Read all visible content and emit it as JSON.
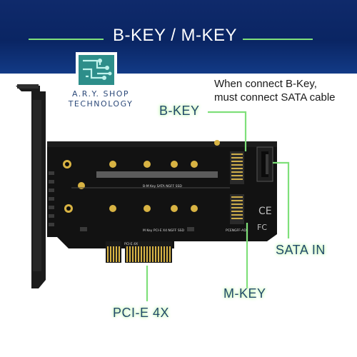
{
  "banner": {
    "title": "B-KEY / M-KEY"
  },
  "logo": {
    "line1": "A.R.Y. SHOP",
    "line2": "TECHNOLOGY",
    "icon": "circuit-logo-icon"
  },
  "note": {
    "line1": "When connect B-Key,",
    "line2": "must connect SATA cable"
  },
  "callouts": {
    "b_key": "B-KEY",
    "sata_in": "SATA IN",
    "m_key": "M-KEY",
    "pcie": "PCI-E 4X"
  },
  "board": {
    "upper_slot_label": "B-M Key SATA NGFF SSD",
    "lower_slot_label": "M Key PCI-E X4 NGFF SSD",
    "pcie_label": "PCI-E 4X",
    "model": "PCENGFF-ADL"
  },
  "colors": {
    "banner": "#0a2563",
    "accent_green": "#7fe07a",
    "pcb": "#121212",
    "gold": "#d8b343",
    "callout_glow": "#b9f5a8"
  }
}
